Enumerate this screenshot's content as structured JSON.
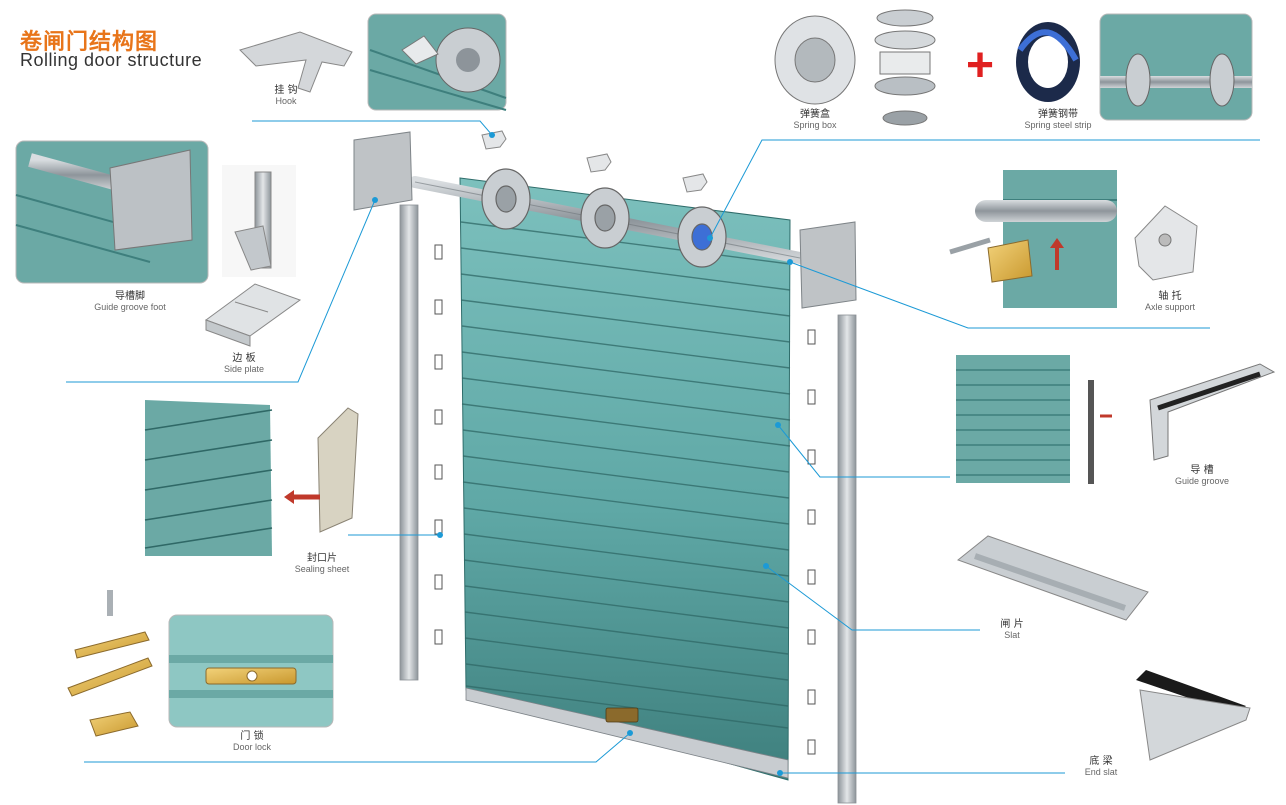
{
  "title": {
    "cn": "卷闸门结构图",
    "en": "Rolling door structure"
  },
  "plus_sign": "+",
  "labels": {
    "hook": {
      "cn": "挂 钩",
      "en": "Hook"
    },
    "spring_box": {
      "cn": "弹簧盒",
      "en": "Spring box"
    },
    "spring_steel_strip": {
      "cn": "弹簧钢带",
      "en": "Spring steel strip"
    },
    "guide_groove_foot": {
      "cn": "导槽脚",
      "en": "Guide groove foot"
    },
    "side_plate": {
      "cn": "边 板",
      "en": "Side plate"
    },
    "axle_support": {
      "cn": "轴 托",
      "en": "Axle support"
    },
    "guide_groove": {
      "cn": "导 槽",
      "en": "Guide groove"
    },
    "sealing_sheet": {
      "cn": "封口片",
      "en": "Sealing sheet"
    },
    "slat": {
      "cn": "闸 片",
      "en": "Slat"
    },
    "door_lock": {
      "cn": "门 锁",
      "en": "Door lock"
    },
    "end_slat": {
      "cn": "底 梁",
      "en": "End slat"
    }
  },
  "colors": {
    "slat_teal": "#5fa8a6",
    "slat_dark": "#3e7f7d",
    "leader_blue": "#1c9ad6",
    "accent_orange": "#e8751a",
    "accent_red": "#e02020",
    "metal": "#b9bfc4"
  }
}
